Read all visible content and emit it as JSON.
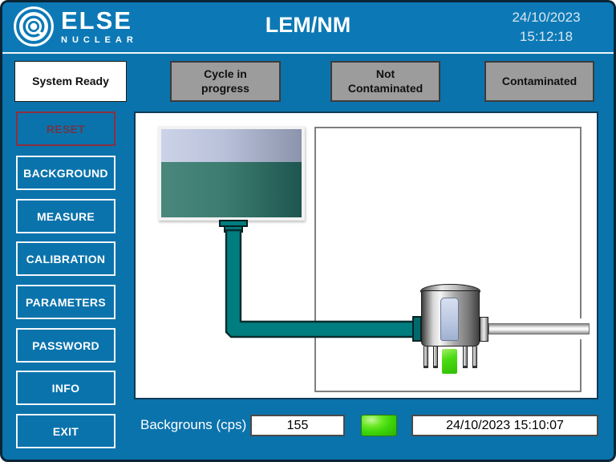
{
  "header": {
    "logo_brand": "ELSE",
    "logo_sub": "NUCLEAR",
    "title": "LEM/NM",
    "date": "24/10/2023",
    "time": "15:12:18"
  },
  "status_indicators": [
    {
      "label": "System Ready",
      "active": true
    },
    {
      "label": "Cycle in progress",
      "active": false
    },
    {
      "label": "Not Contaminated",
      "active": false
    },
    {
      "label": "Contaminated",
      "active": false
    }
  ],
  "sidebar": {
    "items": [
      {
        "label": "RESET",
        "state": "disabled"
      },
      {
        "label": "BACKGROUND",
        "state": "enabled"
      },
      {
        "label": "MEASURE",
        "state": "enabled"
      },
      {
        "label": "CALIBRATION",
        "state": "enabled"
      },
      {
        "label": "PARAMETERS",
        "state": "enabled"
      },
      {
        "label": "PASSWORD",
        "state": "enabled"
      },
      {
        "label": "INFO",
        "state": "enabled"
      },
      {
        "label": "EXIT",
        "state": "enabled"
      }
    ]
  },
  "footer": {
    "label": "Backgrouns (cps)",
    "value": "155",
    "timestamp": "24/10/2023 15:10:07",
    "led_state": "green"
  },
  "colors": {
    "header_blue": "#0c79b6",
    "body_blue": "#0a73ac",
    "pipe_teal": "#007d7f",
    "status_gray": "#9c9c9c",
    "led_green": "#3ed60a",
    "disabled_red": "#6e3648"
  }
}
